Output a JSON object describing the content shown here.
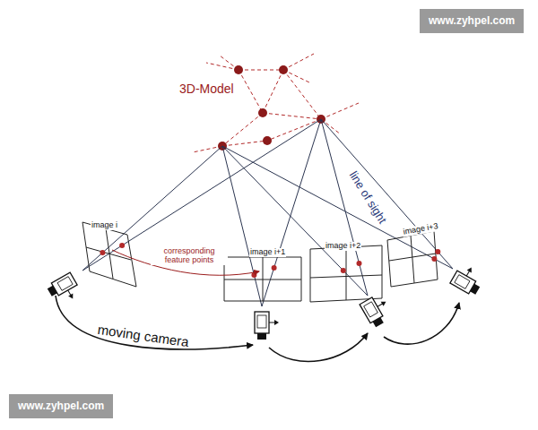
{
  "diagram": {
    "labels": [
      "3D-Model",
      "line of sight",
      "image i",
      "image i+1",
      "image i+2",
      "image i+3",
      "corresponding feature points",
      "moving camera",
      "www.zyhpel.com",
      "www.zyhpel.com"
    ]
  }
}
